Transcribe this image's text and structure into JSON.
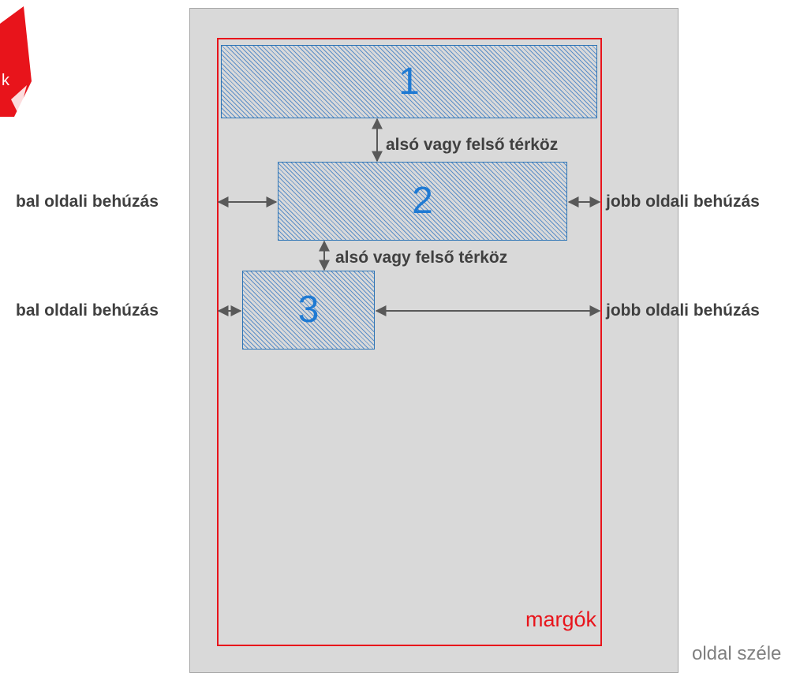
{
  "corner_tag": {
    "letter": "k",
    "color": "#e8141b"
  },
  "blocks": {
    "block1": "1",
    "block2": "2",
    "block3": "3"
  },
  "labels": {
    "spacing_1": "alsó vagy felső térköz",
    "spacing_2": "alsó vagy felső térköz",
    "left_indent_1": "bal oldali behúzás",
    "right_indent_1": "jobb oldali behúzás",
    "left_indent_2": "bal oldali behúzás",
    "right_indent_2": "jobb oldali behúzás",
    "margins": "margók",
    "page_edge": "oldal széle"
  },
  "colors": {
    "page_background": "#d9d9d9",
    "margin_line": "#e8141b",
    "block_border": "#2e75b6",
    "block_number": "#1f7ad3",
    "arrow": "#595959",
    "label_text": "#404040"
  }
}
